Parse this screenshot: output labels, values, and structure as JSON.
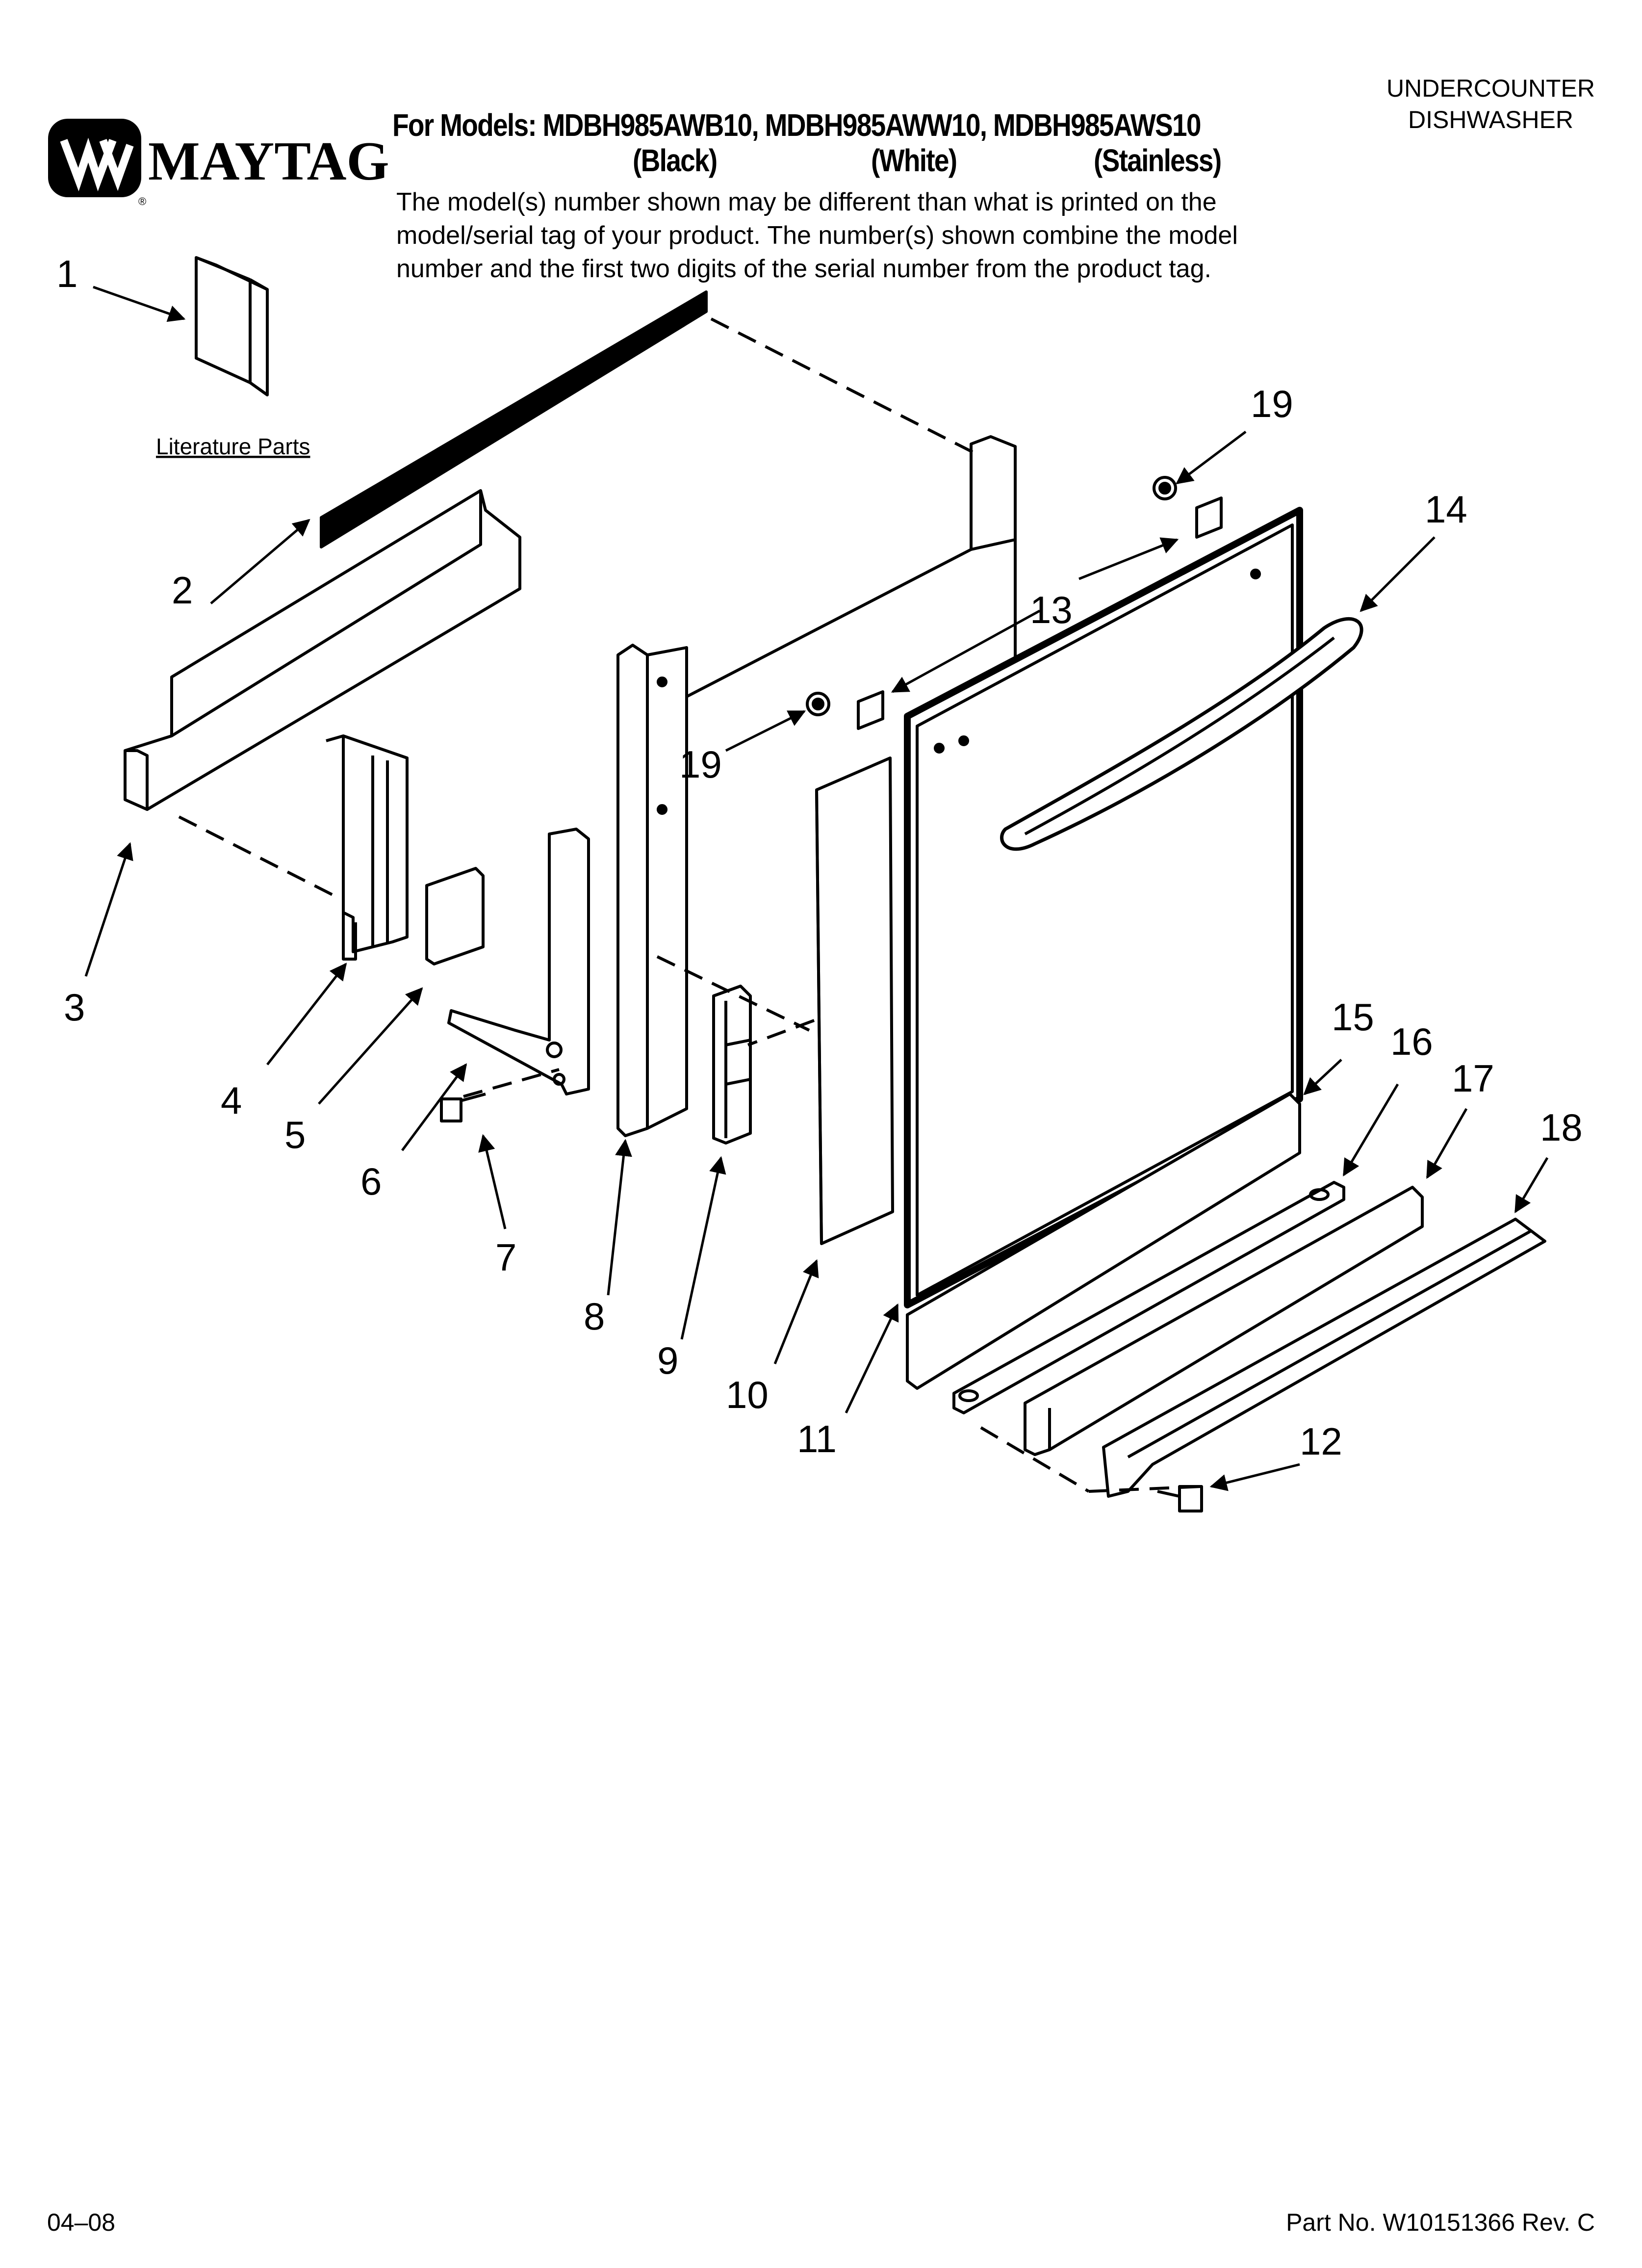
{
  "brand": "MAYTAG",
  "header": {
    "models_line": "For Models: MDBH985AWB10, MDBH985AWW10, MDBH985AWS10",
    "variants": [
      "(Black)",
      "(White)",
      "(Stainless)"
    ],
    "appliance_type": [
      "UNDERCOUNTER",
      "DISHWASHER"
    ],
    "note": [
      "The model(s) number shown may be different than what is printed on the",
      "model/serial tag of your product. The number(s) shown combine the model",
      "number and the first two digits of the serial number from the product tag."
    ]
  },
  "diagram": {
    "literature_label": "Literature Parts",
    "callouts": [
      "1",
      "2",
      "3",
      "4",
      "5",
      "6",
      "7",
      "8",
      "9",
      "10",
      "11",
      "12",
      "13",
      "14",
      "15",
      "16",
      "17",
      "18",
      "19",
      "19"
    ]
  },
  "footer": {
    "date": "04–08",
    "part_number": "Part No. W10151366 Rev. C"
  },
  "colors": {
    "ink": "#000000",
    "paper": "#ffffff"
  }
}
